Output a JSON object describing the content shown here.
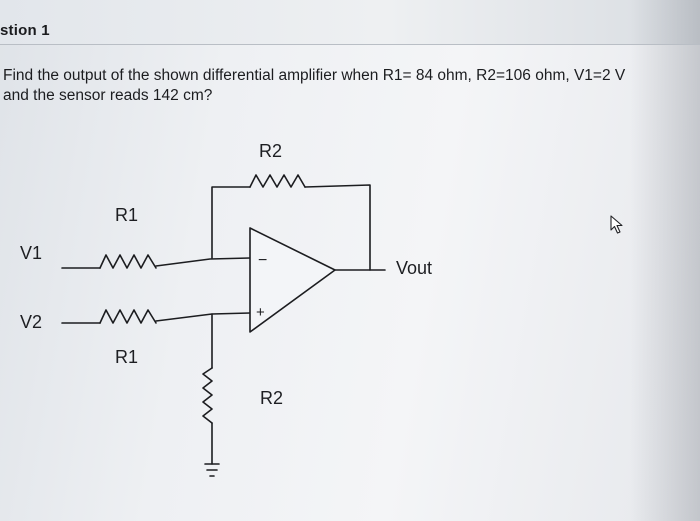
{
  "header": {
    "tab_label": "stion 1"
  },
  "question": {
    "line1": "Find the  output of the shown differential amplifier when R1= 84 ohm, R2=106 ohm, V1=2 V",
    "line2": "and the sensor reads 142 cm?"
  },
  "circuit": {
    "labels": {
      "r2_feedback": "R2",
      "r1_top": "R1",
      "v1": "V1",
      "v2": "V2",
      "r1_bottom": "R1",
      "r2_ground": "R2",
      "vout": "Vout",
      "minus": "−",
      "plus": "+"
    }
  },
  "colors": {
    "ink": "#1c1d20",
    "opamp_fill": "#f3f5f8",
    "background": "#eef0f3"
  }
}
